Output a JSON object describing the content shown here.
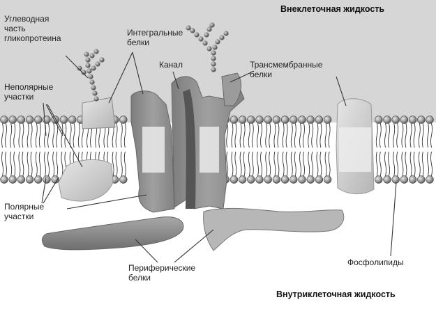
{
  "regions": {
    "extracellular": "Внеклеточная жидкость",
    "intracellular": "Внутриклеточная жидкость"
  },
  "labels": {
    "carbohydrate": "Углеводная\nчасть\nгликопротеина",
    "integral": "Интегральные\nбелки",
    "channel": "Канал",
    "transmembrane": "Трансмембранные\nбелки",
    "nonpolar": "Неполярные\nучастки",
    "polar": "Полярные\nучастки",
    "peripheral": "Периферические\nбелки",
    "phospholipids": "Фосфолипиды"
  },
  "colors": {
    "extracellular_bg": "#d6d6d6",
    "intracellular_bg": "#ffffff",
    "protein_dark": "#8c8c8c",
    "protein_mid": "#a9a9a9",
    "protein_light": "#cfcfcf",
    "lipid_head": "#9a9a9a",
    "channel_core": "#555555"
  }
}
